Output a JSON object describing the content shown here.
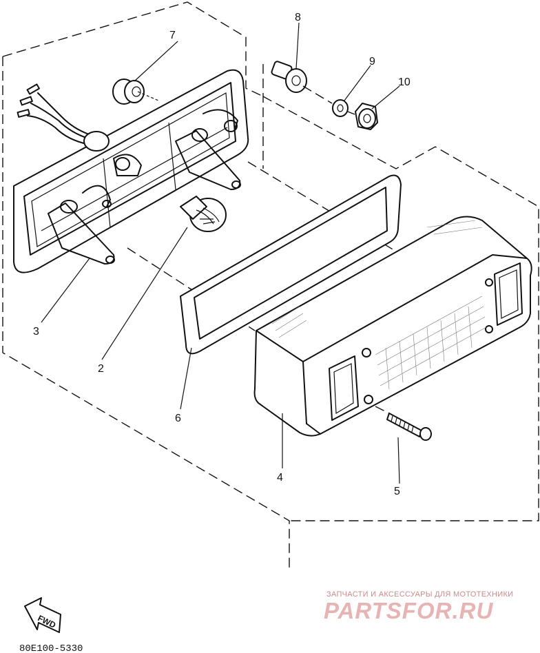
{
  "diagram": {
    "callouts": [
      {
        "id": "1",
        "label": "2"
      },
      {
        "id": "2",
        "label": "3"
      },
      {
        "id": "3",
        "label": "4"
      },
      {
        "id": "4",
        "label": "5"
      },
      {
        "id": "5",
        "label": "6"
      },
      {
        "id": "6",
        "label": "7"
      },
      {
        "id": "7",
        "label": "8"
      },
      {
        "id": "8",
        "label": "9"
      },
      {
        "id": "9",
        "label": "10"
      }
    ],
    "direction_label": "FWD",
    "drawing_code": "80E100-5330"
  },
  "watermark": {
    "tagline": "ЗАПЧАСТИ И АКСЕССУАРЫ ДЛЯ МОТОТЕХНИКИ",
    "brand": "PARTSFOR.RU"
  }
}
